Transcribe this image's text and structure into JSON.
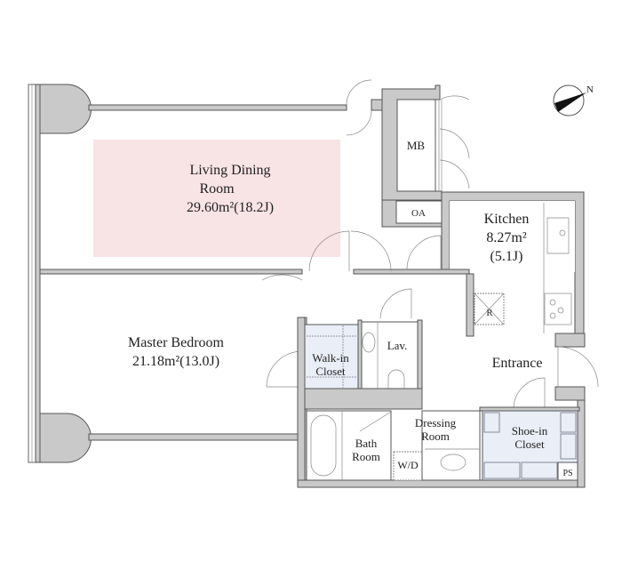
{
  "rooms": {
    "living": {
      "name": "Living Dining",
      "name2": "Room",
      "area": "29.60m²(18.2J)"
    },
    "bedroom": {
      "name": "Master Bedroom",
      "area": "21.18m²(13.0J)"
    },
    "kitchen": {
      "name": "Kitchen",
      "area": "8.27m²",
      "tatami": "(5.1J)"
    },
    "walkin": {
      "name": "Walk-in",
      "name2": "Closet"
    },
    "lav": {
      "name": "Lav."
    },
    "entrance": {
      "name": "Entrance"
    },
    "dressing": {
      "name": "Dressing",
      "name2": "Room"
    },
    "bath": {
      "name": "Bath",
      "name2": "Room"
    },
    "wd": {
      "name": "W/D"
    },
    "shoe": {
      "name": "Shoe-in",
      "name2": "Closet"
    },
    "ps": {
      "name": "PS"
    },
    "mb": {
      "name": "MB"
    },
    "oa": {
      "name": "OA"
    },
    "fridge": {
      "name": "R"
    }
  },
  "compass": {
    "label": "N"
  },
  "colors": {
    "living_highlight": "#f8e3e5",
    "closet_fill": "#e9eef7",
    "wall": "#c9c9c9"
  }
}
